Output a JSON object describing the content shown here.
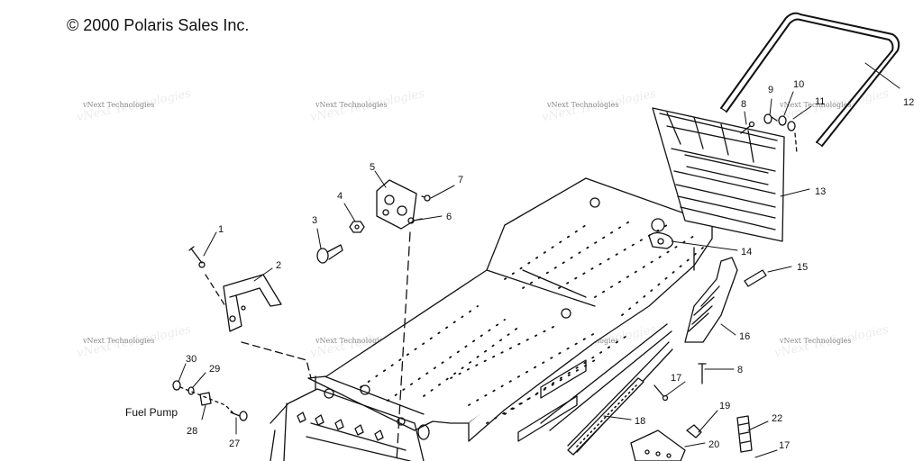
{
  "copyright": "© 2000 Polaris Sales Inc.",
  "watermark": "vNext Technologies",
  "fuel_pump_label": "Fuel Pump",
  "callouts": [
    "1",
    "2",
    "3",
    "4",
    "5",
    "6",
    "7",
    "8",
    "9",
    "10",
    "11",
    "12",
    "13",
    "14",
    "15",
    "16",
    "8",
    "17",
    "18",
    "19",
    "20",
    "22",
    "17",
    "30",
    "29",
    "28",
    "27"
  ]
}
